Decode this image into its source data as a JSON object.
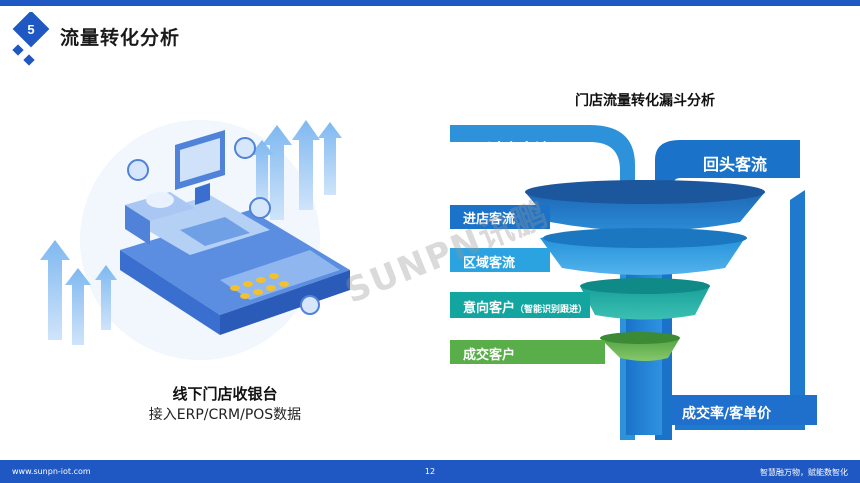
{
  "header": {
    "section_number": "5",
    "title": "流量转化分析"
  },
  "left": {
    "caption_main": "线下门店收银台",
    "caption_sub": "接入ERP/CRM/POS数据"
  },
  "funnel": {
    "title": "门店流量转化漏斗分析",
    "labels": {
      "passing": "过店客流",
      "returning": "回头客流",
      "entering": "进店客流",
      "zone": "区域客流",
      "intent": "意向客户",
      "intent_note": "（智能识别跟进）",
      "deal": "成交客户",
      "rate": "成交率/客单价"
    }
  },
  "watermark": "SUNPN讯鹏",
  "footer": {
    "website": "www.sunpn-iot.com",
    "page": "12",
    "slogan": "智慧融万物，赋能数智化"
  },
  "colors": {
    "brand_blue": "#1f57c3",
    "funnel_blue": "#1a73c9",
    "light_blue": "#2aa3e0",
    "teal": "#13a6a0",
    "green": "#5aae4a"
  }
}
